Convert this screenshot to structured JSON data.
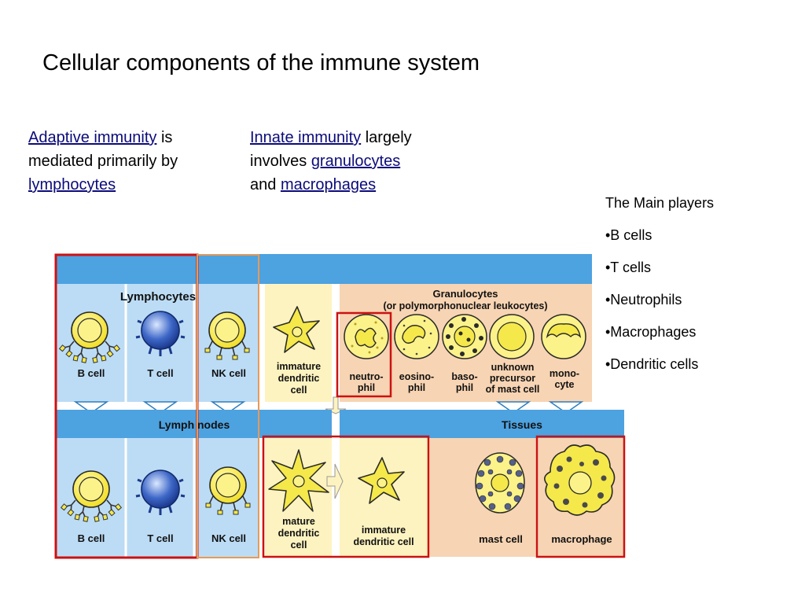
{
  "title": "Cellular components of the immune system",
  "adaptive": {
    "link": "Adaptive immunity",
    "rest1": " is mediated primarily by ",
    "link2": "lymphocytes"
  },
  "innate": {
    "link": "Innate immunity",
    "rest1": " largely involves ",
    "link2": "granulocytes",
    "rest2": " and ",
    "link3": "macrophages"
  },
  "players": {
    "heading": "The Main players",
    "items": [
      "•B cells",
      "•T cells",
      "•Neutrophils",
      "•Macrophages",
      "•Dendritic cells"
    ]
  },
  "diagram": {
    "lymphocytes_label": "Lymphocytes",
    "granulocytes_title": [
      "Granulocytes",
      "(or polymorphonuclear leukocytes)"
    ],
    "lymph_nodes": "Lymph nodes",
    "tissues": "Tissues",
    "top_cells": {
      "b_cell": "B cell",
      "t_cell": "T cell",
      "nk_cell": "NK cell",
      "immature_dc": [
        "immature",
        "dendritic",
        "cell"
      ],
      "neutrophil": [
        "neutro-",
        "phil"
      ],
      "eosinophil": [
        "eosino-",
        "phil"
      ],
      "basophil": [
        "baso-",
        "phil"
      ],
      "unknown": [
        "unknown",
        "precursor",
        "of mast cell"
      ],
      "monocyte": [
        "mono-",
        "cyte"
      ]
    },
    "bottom_cells": {
      "b_cell": "B cell",
      "t_cell": "T cell",
      "nk_cell": "NK cell",
      "mature_dc": [
        "mature",
        "dendritic",
        "cell"
      ],
      "immature_dc": [
        "immature",
        "dendritic cell"
      ],
      "mast_cell": "mast cell",
      "macrophage": "macrophage"
    },
    "colors": {
      "blue_band": "#4da2e0",
      "lymph_panel": "#bcdcf5",
      "innate_panel": "#f7d4b3",
      "dc_panel": "#fdf3c0",
      "cell_yellow": "#f5e84a",
      "highlight_red": "#cc1111",
      "highlight_orange": "#e69a5a"
    }
  }
}
